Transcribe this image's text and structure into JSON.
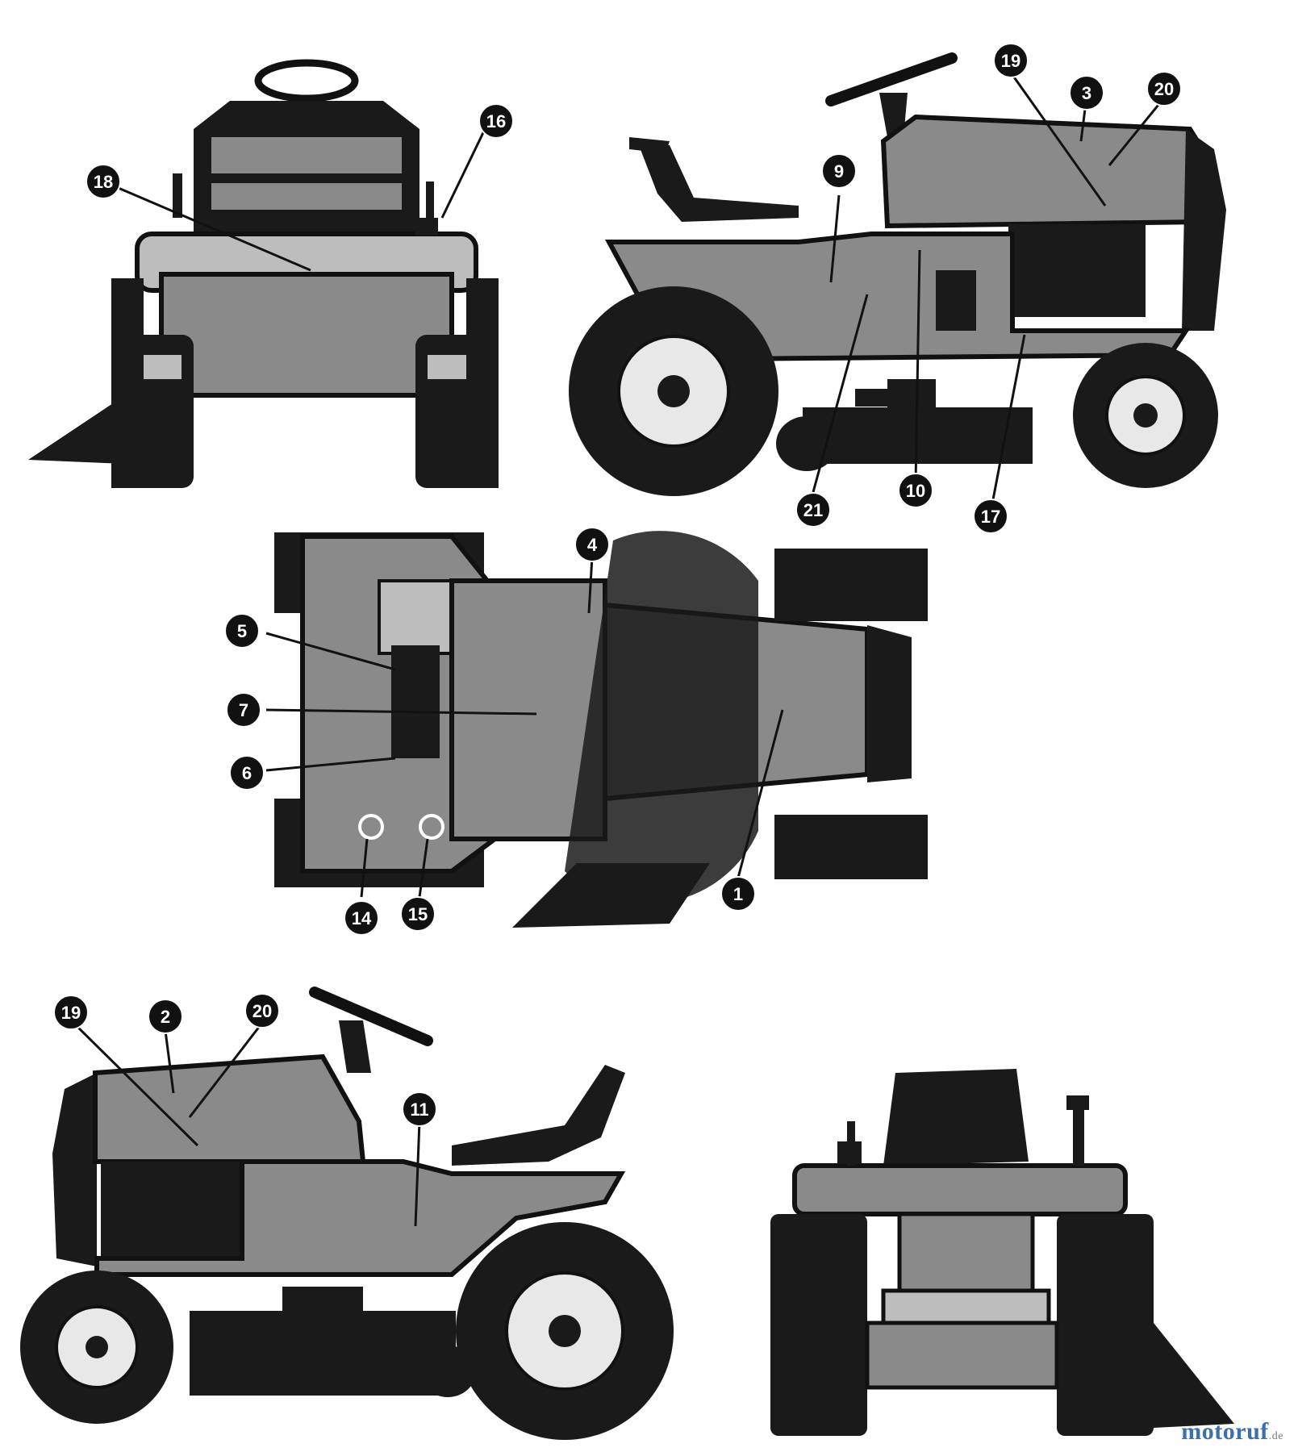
{
  "callouts": [
    {
      "id": "c18",
      "label": "18"
    },
    {
      "id": "c16",
      "label": "16"
    },
    {
      "id": "c19a",
      "label": "19"
    },
    {
      "id": "c3",
      "label": "3"
    },
    {
      "id": "c20a",
      "label": "20"
    },
    {
      "id": "c9",
      "label": "9"
    },
    {
      "id": "c21",
      "label": "21"
    },
    {
      "id": "c10",
      "label": "10"
    },
    {
      "id": "c17",
      "label": "17"
    },
    {
      "id": "c4",
      "label": "4"
    },
    {
      "id": "c5",
      "label": "5"
    },
    {
      "id": "c7",
      "label": "7"
    },
    {
      "id": "c6",
      "label": "6"
    },
    {
      "id": "c14",
      "label": "14"
    },
    {
      "id": "c15",
      "label": "15"
    },
    {
      "id": "c1",
      "label": "1"
    },
    {
      "id": "c19b",
      "label": "19"
    },
    {
      "id": "c2",
      "label": "2"
    },
    {
      "id": "c20b",
      "label": "20"
    },
    {
      "id": "c11",
      "label": "11"
    }
  ],
  "watermark": {
    "brand": "motoruf",
    "suffix": ".de"
  }
}
